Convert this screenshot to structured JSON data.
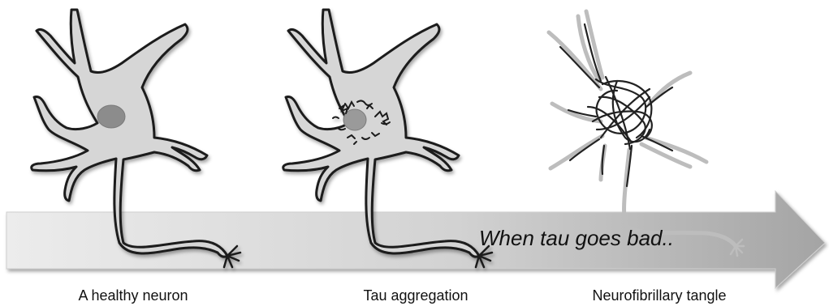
{
  "arrow": {
    "label": "When tau goes bad.."
  },
  "stages": [
    {
      "caption": "A healthy neuron",
      "state": "healthy"
    },
    {
      "caption": "Tau aggregation",
      "state": "aggregating"
    },
    {
      "caption": "Neurofibrillary tangle",
      "state": "tangled"
    }
  ],
  "colors": {
    "cell_fill": "#d6d6d6",
    "cell_outline": "#1a1a1a",
    "nucleus": "#8c8c8c",
    "tangle": "#222222",
    "faded_outline": "#b8b8b8",
    "arrow_light": "#e9e9e9",
    "arrow_dark": "#a8a8a8"
  }
}
